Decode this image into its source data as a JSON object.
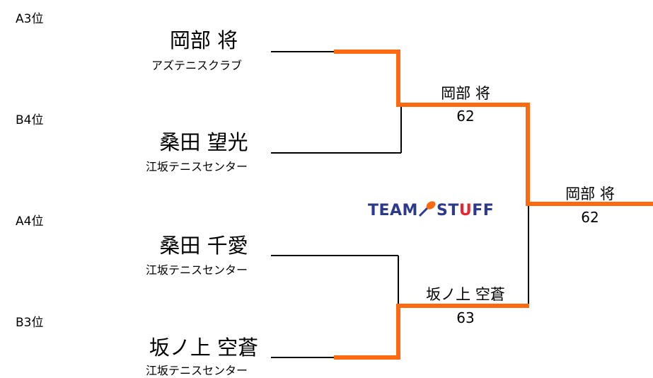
{
  "seeds": [
    "A3位",
    "B4位",
    "A4位",
    "B3位"
  ],
  "players": [
    {
      "name": "岡部 将",
      "club": "アズテニスクラブ"
    },
    {
      "name": "桑田 望光",
      "club": "江坂テニスセンター"
    },
    {
      "name": "桑田 千愛",
      "club": "江坂テニスセンター"
    },
    {
      "name": "坂ノ上 空蒼",
      "club": "江坂テニスセンター"
    }
  ],
  "semifinals": [
    {
      "winner": "岡部 将",
      "score": "62"
    },
    {
      "winner": "坂ノ上 空蒼",
      "score": "63"
    }
  ],
  "final": {
    "winner": "岡部 将",
    "score": "62"
  },
  "logo": {
    "part1": "TEAM",
    "part2": "ST",
    "part3": "U",
    "part4": "FF"
  },
  "colors": {
    "winner_line": "#ff6a10",
    "line": "#000000",
    "logo_blue": "#2b3a8c",
    "logo_red": "#e8262d"
  }
}
